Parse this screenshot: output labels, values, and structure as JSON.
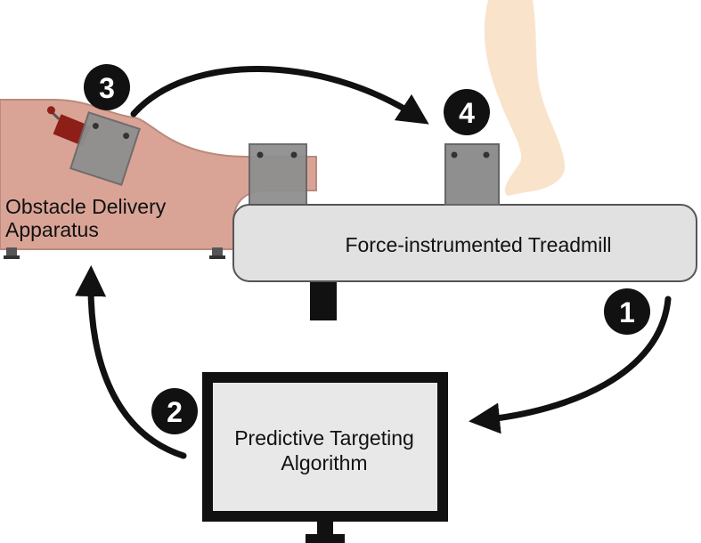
{
  "labels": {
    "apparatus_line1": "Obstacle Delivery",
    "apparatus_line2": "Apparatus",
    "treadmill": "Force-instrumented Treadmill",
    "algorithm_line1": "Predictive Targeting",
    "algorithm_line2": "Algorithm"
  },
  "steps": [
    "1",
    "2",
    "3",
    "4"
  ],
  "colors": {
    "apparatus": "#d9a496",
    "apparatus_edge": "#b98a7d",
    "treadmill": "#e1e1e1",
    "treadmill_edge": "#555555",
    "obstacle": "#8f8f8f",
    "obstacle_edge": "#666666",
    "leg": "#f8dfc2",
    "actuator": "#8e1e18",
    "arrow": "#111111",
    "badge": "#111111"
  }
}
